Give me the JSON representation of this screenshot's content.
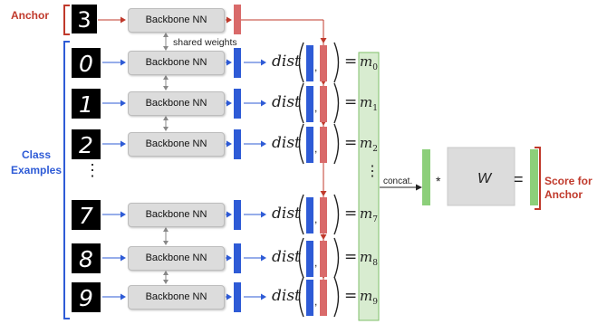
{
  "labels": {
    "anchor": "Anchor",
    "class_examples_line1": "Class",
    "class_examples_line2": "Examples",
    "shared_weights": "shared weights",
    "concat": "concat.",
    "weight": "W",
    "times": "*",
    "equals": "=",
    "score_line1": "Score for",
    "score_line2": "Anchor",
    "vdots": "⋮"
  },
  "backbone_label": "Backbone NN",
  "anchor_digit": "3",
  "rows": [
    {
      "digit": "0",
      "m_sub": "0"
    },
    {
      "digit": "1",
      "m_sub": "1"
    },
    {
      "digit": "2",
      "m_sub": "2"
    },
    {
      "digit": "7",
      "m_sub": "7"
    },
    {
      "digit": "8",
      "m_sub": "8"
    },
    {
      "digit": "9",
      "m_sub": "9"
    }
  ],
  "dist_fn": "dist",
  "m_symbol": "m",
  "colors": {
    "red": "#c0392b",
    "blue": "#2e5bd6",
    "anchor_vec": "#d96a6a",
    "class_vec": "#2e5bd6",
    "green_fill": "#d8ecd0",
    "green_border": "#7fbf6a",
    "green_solid": "#8ccf7a"
  }
}
